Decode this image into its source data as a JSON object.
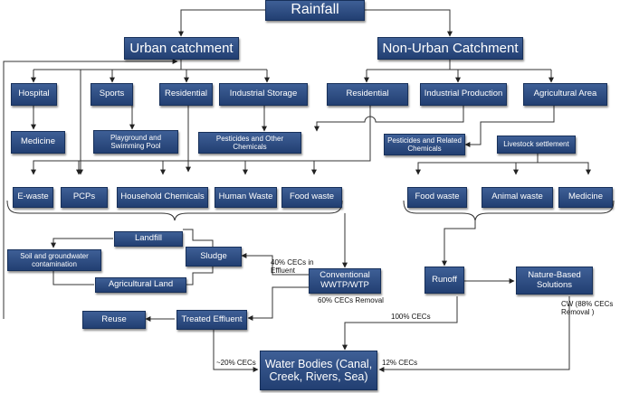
{
  "nodes": {
    "rainfall": "Rainfall",
    "urban": "Urban catchment",
    "nonurban": "Non-Urban Catchment",
    "hospital": "Hospital",
    "sports": "Sports",
    "residential_u": "Residential",
    "industrial_storage": "Industrial Storage",
    "residential_n": "Residential",
    "industrial_production": "Industrial Production",
    "agricultural_area": "Agricultural Area",
    "medicine_u": "Medicine",
    "playground": "Playground and Swimming Pool",
    "pesticides_chem": "Pesticides and Other Chemicals",
    "pesticides_related": "Pesticides and Related Chemicals",
    "livestock": "Livestock settlement",
    "ewaste": "E-waste",
    "pcps": "PCPs",
    "household": "Household Chemicals",
    "human_waste": "Human Waste",
    "food_waste_u": "Food waste",
    "food_waste_n": "Food waste",
    "animal_waste": "Animal waste",
    "medicine_n": "Medicine",
    "landfill": "Landfill",
    "soil": "Soil and groundwater contamination",
    "sludge": "Sludge",
    "agri_land": "Agricultural Land",
    "wwtp": "Conventional WWTP/WTP",
    "runoff": "Runoff",
    "nbs": "Nature-Based Solutions",
    "reuse": "Reuse",
    "treated": "Treated Effluent",
    "water": "Water Bodies (Canal, Creek, Rivers, Sea)"
  },
  "annotations": {
    "cec_effluent": "40% CECs in\nEffluent",
    "cec_removal": "60% CECs Removal",
    "cw": "CW (88% CECs\nRemoval )",
    "cec_100": "100% CECs",
    "cec_20": "~20% CECs",
    "cec_12": "12% CECs"
  }
}
